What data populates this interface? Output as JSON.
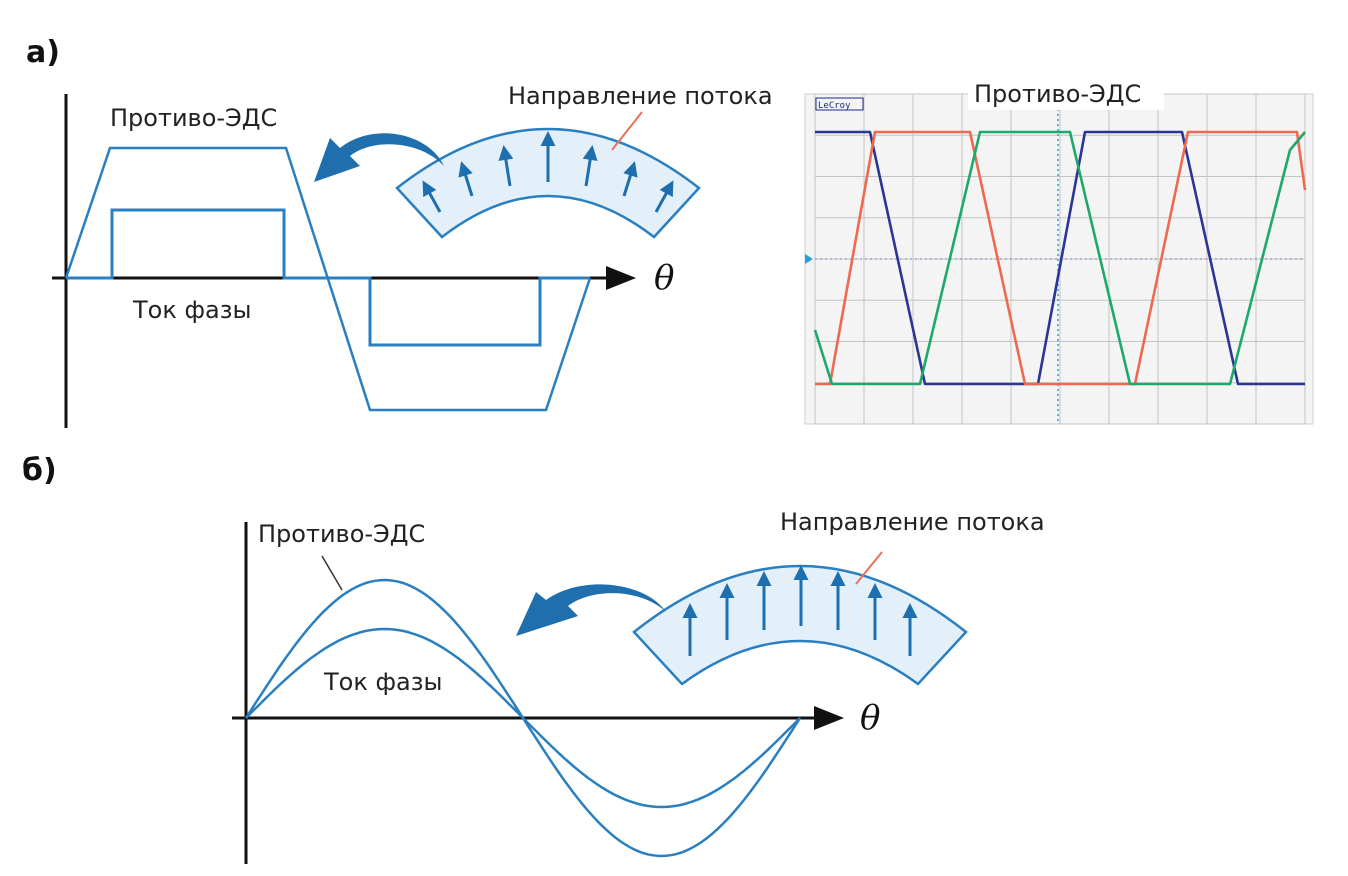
{
  "panel_a": {
    "label": "а)",
    "back_emf_label": "Противо-ЭДС",
    "phase_current_label": "Ток фазы",
    "flux_direction_label": "Направление потока",
    "axis_label": "θ"
  },
  "oscilloscope": {
    "title": "Противо-ЭДС",
    "brand_tag": "LeCroy"
  },
  "panel_b": {
    "label": "б)",
    "back_emf_label": "Противо-ЭДС",
    "phase_current_label": "Ток фазы",
    "flux_direction_label": "Направление потока",
    "axis_label": "θ"
  },
  "colors": {
    "waveform": "#2a7fc1",
    "magnet_fill": "#e3f0fa",
    "arrow": "#1f6fae",
    "leader": "#e8705a",
    "osc_red": "#ee6a4f",
    "osc_green": "#1fa86b",
    "osc_blue": "#2a3596",
    "osc_grid": "#c4c4c4",
    "osc_center": "#2a9fd8"
  }
}
